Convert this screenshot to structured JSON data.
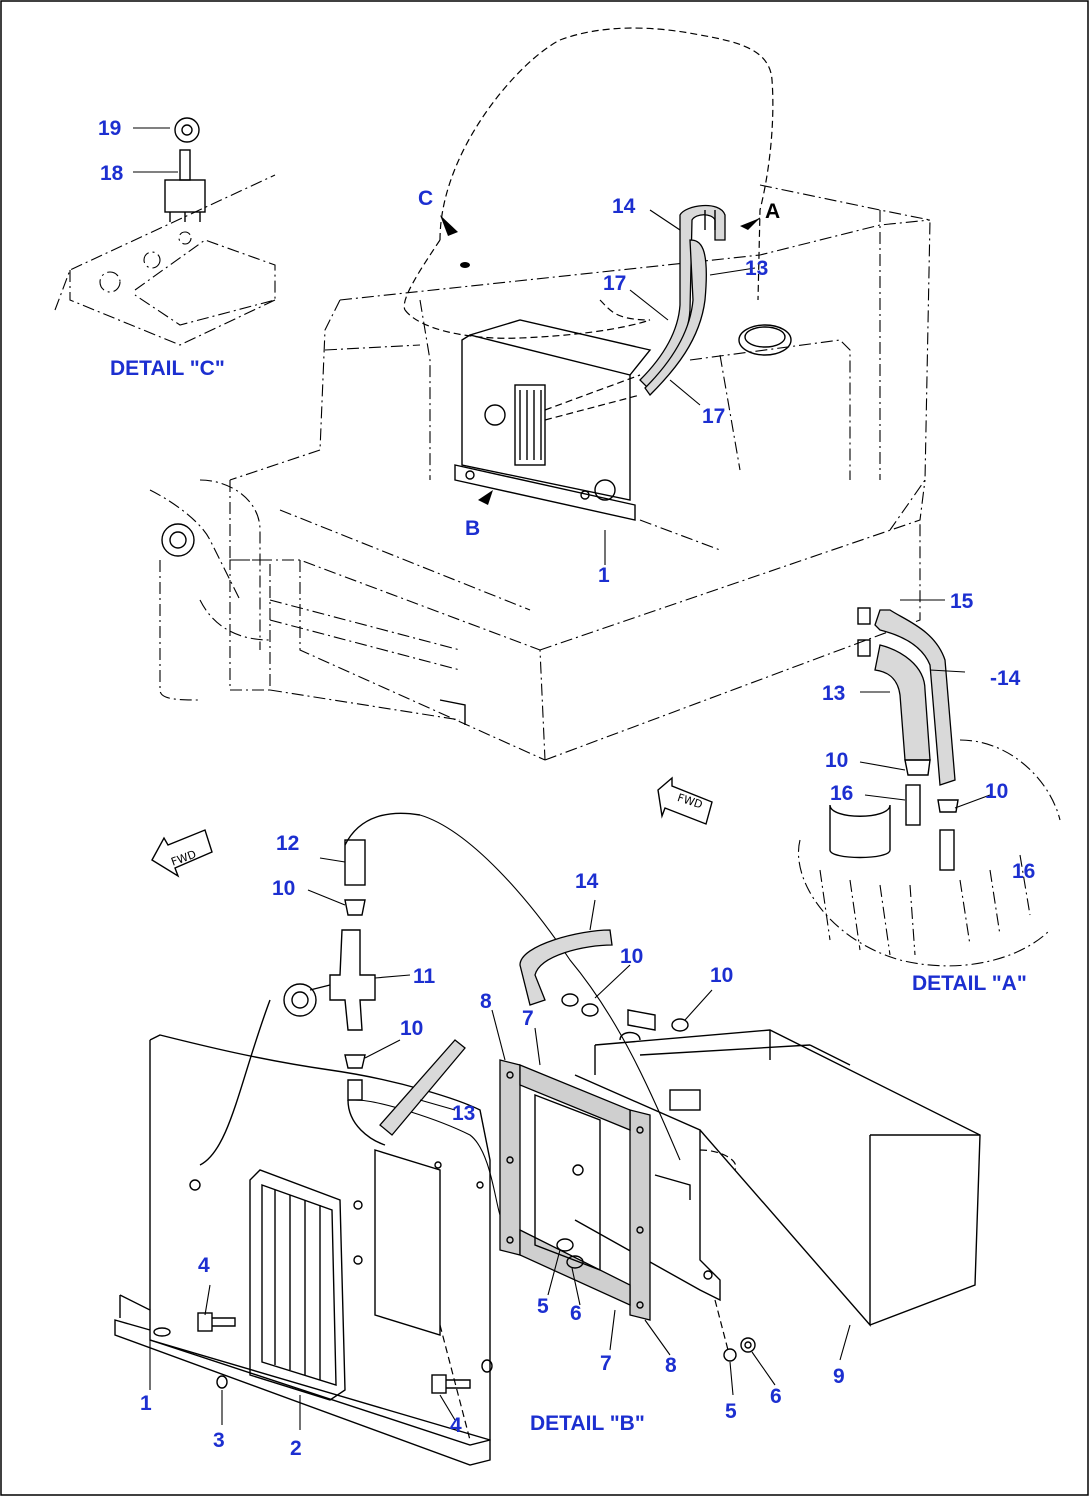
{
  "details": {
    "detail_c": "DETAIL \"C\"",
    "detail_a": "DETAIL \"A\"",
    "detail_b": "DETAIL \"B\""
  },
  "view_arrows": {
    "a": "A",
    "b": "B",
    "c": "C"
  },
  "fwd_label": "FWD",
  "callouts": {
    "c19": "19",
    "c18": "18",
    "c14_top": "14",
    "c13_top": "13",
    "c17_top": "17",
    "c17_mid": "17",
    "c1_top": "1",
    "c15": "15",
    "c14_a": "-14",
    "c13_a": "13",
    "c10_a1": "10",
    "c16_a1": "16",
    "c10_a2": "10",
    "c16_a2": "16",
    "c12": "12",
    "c10_b1": "10",
    "c11": "11",
    "c14_b": "14",
    "c10_b2": "10",
    "c10_b3": "10",
    "c10_b4": "10",
    "c13_b": "13",
    "c8_top": "8",
    "c7_top": "7",
    "c4_left": "4",
    "c5_mid": "5",
    "c6_mid": "6",
    "c7_bot": "7",
    "c8_bot": "8",
    "c1_bot": "1",
    "c3": "3",
    "c2": "2",
    "c4_bot": "4",
    "c5_right": "5",
    "c6_right": "6",
    "c9": "9"
  },
  "colors": {
    "callout": "#1c2fd0",
    "line": "#000000",
    "background": "#ffffff"
  }
}
